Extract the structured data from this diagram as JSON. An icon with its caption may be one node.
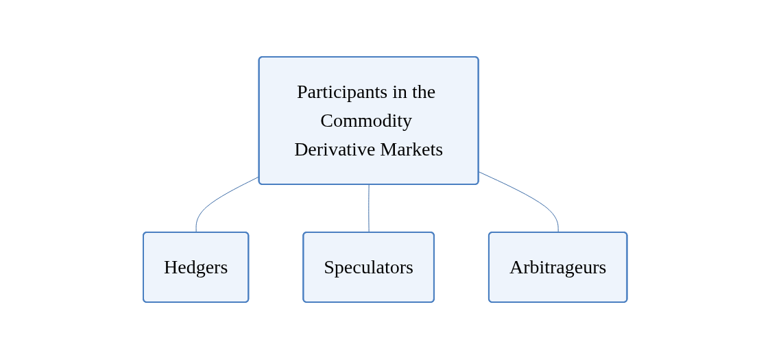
{
  "diagram": {
    "nodes": [
      {
        "text": [
          "Participants in the Commodity Derivative Markets"
        ]
      },
      {
        "text": [
          "Hedgers"
        ]
      },
      {
        "text": [
          "Speculators"
        ]
      },
      {
        "text": [
          "Arbitrageurs"
        ]
      }
    ],
    "edges": [
      {
        "from": 0,
        "to": 1,
        "arrow": "none"
      },
      {
        "from": 0,
        "to": 2,
        "arrow": "none"
      },
      {
        "from": 0,
        "to": 3,
        "arrow": "none"
      }
    ]
  }
}
